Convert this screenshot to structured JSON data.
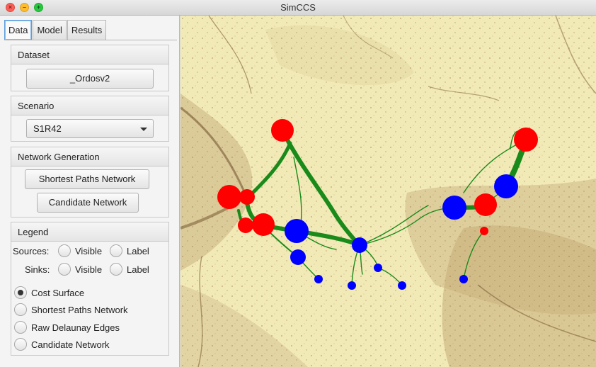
{
  "window": {
    "title": "SimCCS"
  },
  "tabs": [
    {
      "label": "Data",
      "active": true
    },
    {
      "label": "Model",
      "active": false
    },
    {
      "label": "Results",
      "active": false
    }
  ],
  "dataset": {
    "title": "Dataset",
    "button_label": "_Ordosv2"
  },
  "scenario": {
    "title": "Scenario",
    "selected": "S1R42"
  },
  "network_generation": {
    "title": "Network Generation",
    "shortest_paths_label": "Shortest Paths Network",
    "candidate_label": "Candidate Network"
  },
  "legend": {
    "title": "Legend",
    "sources_label": "Sources:",
    "sinks_label": "Sinks:",
    "visible_label": "Visible",
    "label_label": "Label",
    "layers": [
      {
        "label": "Cost Surface",
        "selected": true
      },
      {
        "label": "Shortest Paths Network",
        "selected": false
      },
      {
        "label": "Raw Delaunay Edges",
        "selected": false
      },
      {
        "label": "Candidate Network",
        "selected": false
      }
    ]
  },
  "colors": {
    "source": "#ff0000",
    "sink": "#0000ff",
    "pipeline": "#1a8a1a",
    "terrain_light": "#f1e9b6",
    "terrain_dark": "#7a5a34"
  },
  "icons": {
    "close": "close-icon",
    "minimize": "minimize-icon",
    "maximize": "maximize-icon",
    "dropdown": "chevron-down-icon"
  }
}
